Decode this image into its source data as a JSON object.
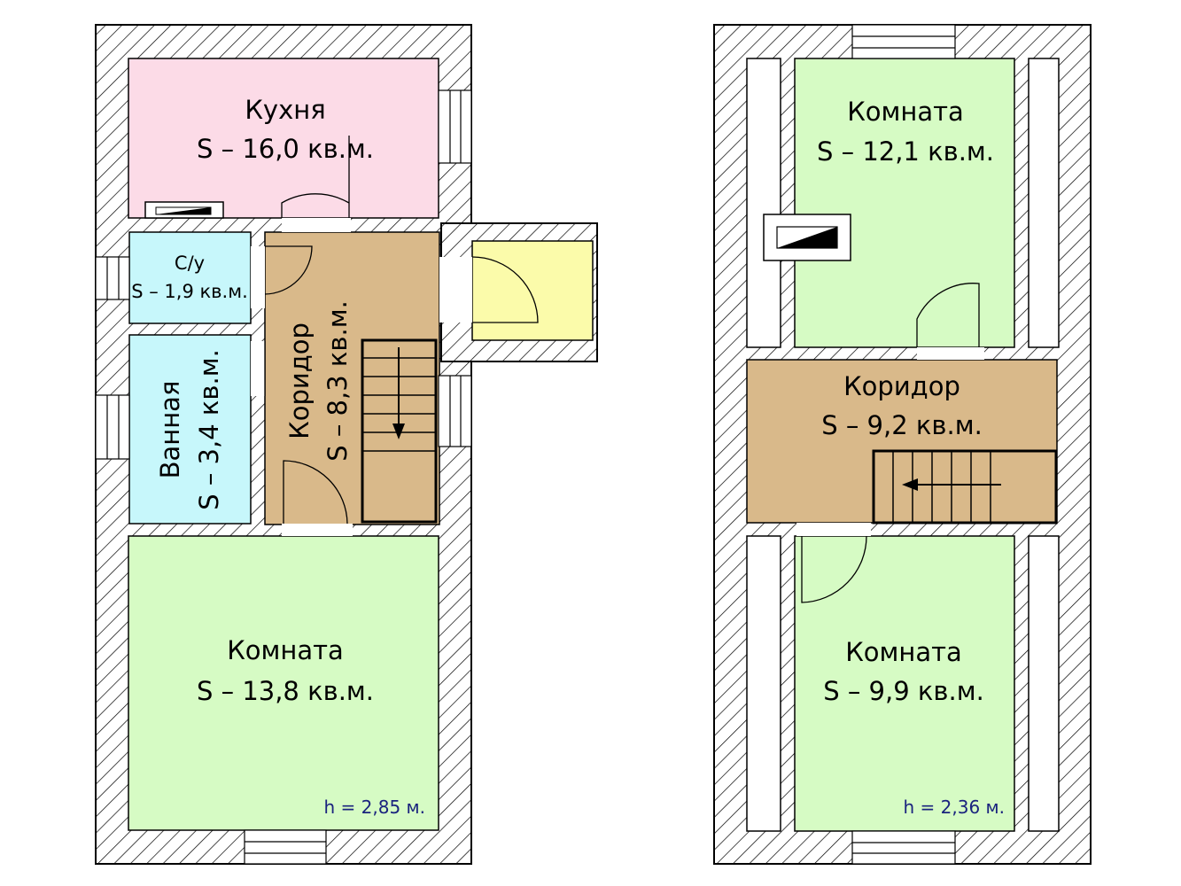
{
  "colors": {
    "kitchen": "#fcdbe7",
    "bathroom": "#c7f7fb",
    "corridor": "#d9b98a",
    "room": "#d6fbc4",
    "porch": "#fbfbaa",
    "wall_hatch": "#000000",
    "height_text": "#1a237e"
  },
  "floor1": {
    "kitchen": {
      "name": "Кухня",
      "area": "S – 16,0 кв.м."
    },
    "wc": {
      "name": "С/у",
      "area": "S – 1,9 кв.м."
    },
    "bath": {
      "name": "Ванная",
      "area": "S – 3,4 кв.м."
    },
    "corridor": {
      "name": "Коридор",
      "area": "S – 8,3 кв.м."
    },
    "room": {
      "name": "Комната",
      "area": "S – 13,8 кв.м."
    },
    "height": "h = 2,85 м."
  },
  "floor2": {
    "room_top": {
      "name": "Комната",
      "area": "S – 12,1 кв.м."
    },
    "corridor": {
      "name": "Коридор",
      "area": "S – 9,2 кв.м."
    },
    "room_bottom": {
      "name": "Комната",
      "area": "S – 9,9 кв.м."
    },
    "height": "h = 2,36 м."
  }
}
